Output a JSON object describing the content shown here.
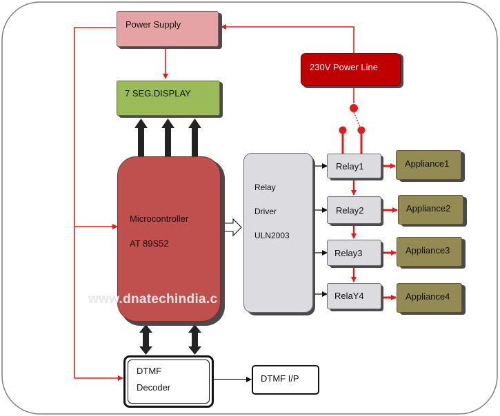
{
  "blocks": {
    "power_supply": "Power Supply",
    "power_line": "230V Power Line",
    "display": "7 SEG.DISPLAY",
    "microcontroller_line1": "Microcontroller",
    "microcontroller_line2": "AT 89S52",
    "relay_driver_line1": "Relay",
    "relay_driver_line2": "Driver",
    "relay_driver_line3": "ULN2003",
    "relays": [
      "Relay1",
      "Relay2",
      "Relay3",
      "RelaY4"
    ],
    "appliances": [
      "Appliance1",
      "Appliance2",
      "Appliance3",
      "Appliance4"
    ],
    "dtmf_decoder_line1": "DTMF",
    "dtmf_decoder_line2": "Decoder",
    "dtmf_input": "DTMF I/P"
  },
  "watermark": "www.dnatechindia.c",
  "colors": {
    "power_supply": "#e6a3a6",
    "power_line": "#c00000",
    "display": "#9bbb59",
    "microcontroller": "#c0504d",
    "relay_driver": "#dcdce0",
    "relay": "#dcdce0",
    "appliance": "#948a54",
    "arrow_red": "#e31b1b",
    "bus_arrow": "#222222"
  }
}
